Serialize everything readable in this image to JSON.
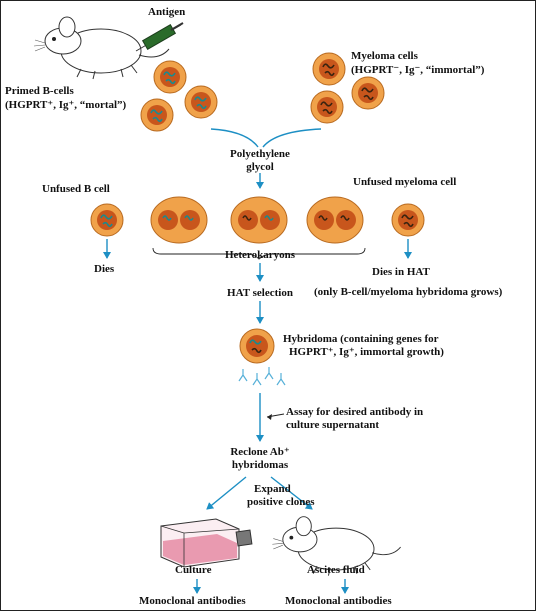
{
  "labels": {
    "antigen": "Antigen",
    "primed_title": "Primed B-cells",
    "primed_sub": "(HGPRT⁺, Ig⁺, “mortal”)",
    "myeloma_title": "Myeloma cells",
    "myeloma_sub": "(HGPRT⁻, Ig⁻, “immortal”)",
    "peg_line1": "Polyethylene",
    "peg_line2": "glycol",
    "unfused_b": "Unfused B cell",
    "unfused_myeloma": "Unfused myeloma cell",
    "dies": "Dies",
    "heterokaryons": "Heterokaryons",
    "dies_hat": "Dies in HAT",
    "only_grows": "(only B-cell/myeloma hybridoma grows)",
    "hat_selection": "HAT selection",
    "hybridoma_line1": "Hybridoma (containing genes for",
    "hybridoma_line2": "HGPRT⁺, Ig⁺, immortal growth)",
    "assay_line1": "Assay for desired antibody in",
    "assay_line2": "culture supernatant",
    "reclone_line1": "Reclone Ab⁺",
    "reclone_line2": "hybridomas",
    "expand_line1": "Expand",
    "expand_line2": "positive clones",
    "culture": "Culture",
    "ascites": "Ascites fluid",
    "mono_left": "Monoclonal antibodies",
    "mono_right": "Monoclonal antibodies"
  },
  "colors": {
    "arrow": "#1d8fc4",
    "cell_outer": "#f0a24a",
    "cell_inner": "#c8561c",
    "chromosome_b": "#1a8a8f",
    "chromosome_m": "#3a2410",
    "flask_fill": "#e99ab0"
  }
}
